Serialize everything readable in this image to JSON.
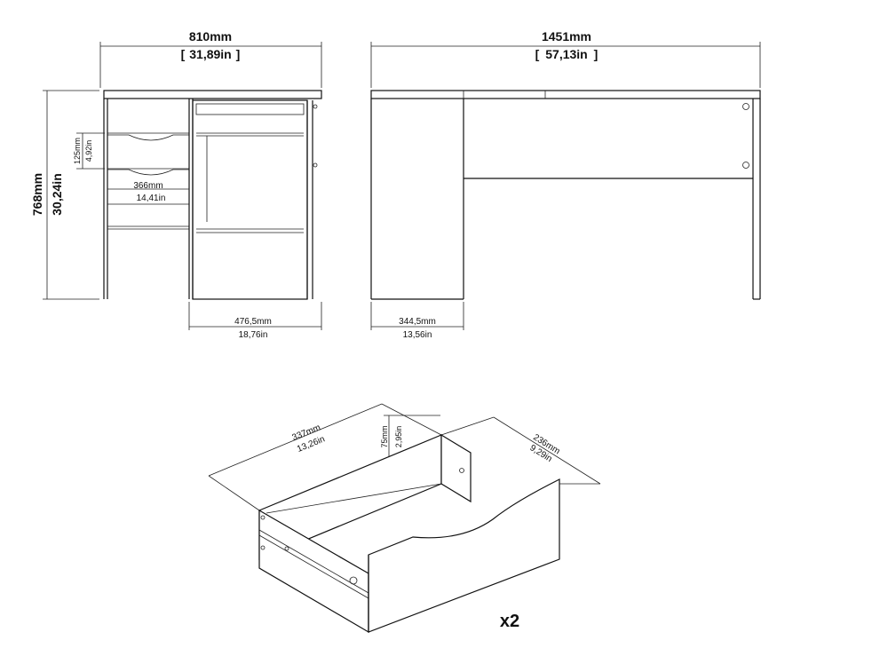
{
  "front_view": {
    "width_mm": "810mm",
    "width_in": "31,89in",
    "height_mm": "768mm",
    "height_in": "30,24in",
    "drawer_height_mm": "125mm",
    "drawer_height_in": "4,92in",
    "opening_width_mm": "366mm",
    "opening_width_in": "14,41in",
    "cabinet_width_mm": "476,5mm",
    "cabinet_width_in": "18,76in"
  },
  "side_view": {
    "width_mm": "1451mm",
    "width_in": "57,13in",
    "panel_width_mm": "344,5mm",
    "panel_width_in": "13,56in"
  },
  "drawer_view": {
    "length_mm": "337mm",
    "length_in": "13,26in",
    "height_mm": "75mm",
    "height_in": "2,95in",
    "depth_mm": "236mm",
    "depth_in": "9,29in",
    "quantity": "x2"
  }
}
